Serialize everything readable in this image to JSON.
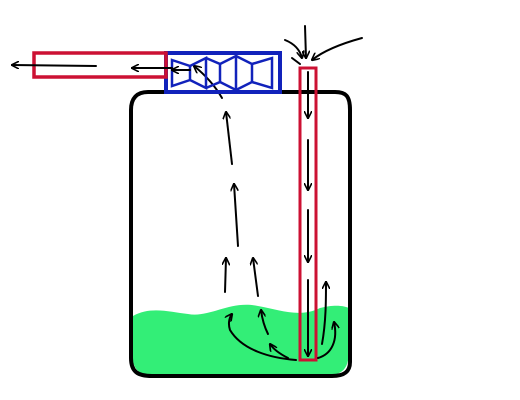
{
  "canvas": {
    "background": "#ffffff"
  },
  "colors": {
    "outline": "#000000",
    "liquid": "#33ee77",
    "pipe": "#cc1133",
    "fan": "#1122bb",
    "arrow": "#000000",
    "background": "#ffffff"
  },
  "components": [
    {
      "name": "container",
      "icon": "jar-icon"
    },
    {
      "name": "liquid",
      "icon": "liquid-fill"
    },
    {
      "name": "inlet-pipe",
      "icon": "vertical-pipe-icon"
    },
    {
      "name": "fan-unit",
      "icon": "fan-icon"
    },
    {
      "name": "outlet-pipe",
      "icon": "horizontal-pipe-icon"
    }
  ],
  "flow": [
    {
      "name": "intake-arrows",
      "direction": "down-into-pipe"
    },
    {
      "name": "pipe-flow-arrows",
      "direction": "down"
    },
    {
      "name": "bottom-loop-arrows",
      "direction": "up-and-around"
    },
    {
      "name": "vapor-rise-arrows",
      "direction": "up"
    },
    {
      "name": "fan-flow-arrows",
      "direction": "left"
    },
    {
      "name": "exhaust-arrows",
      "direction": "left"
    }
  ]
}
